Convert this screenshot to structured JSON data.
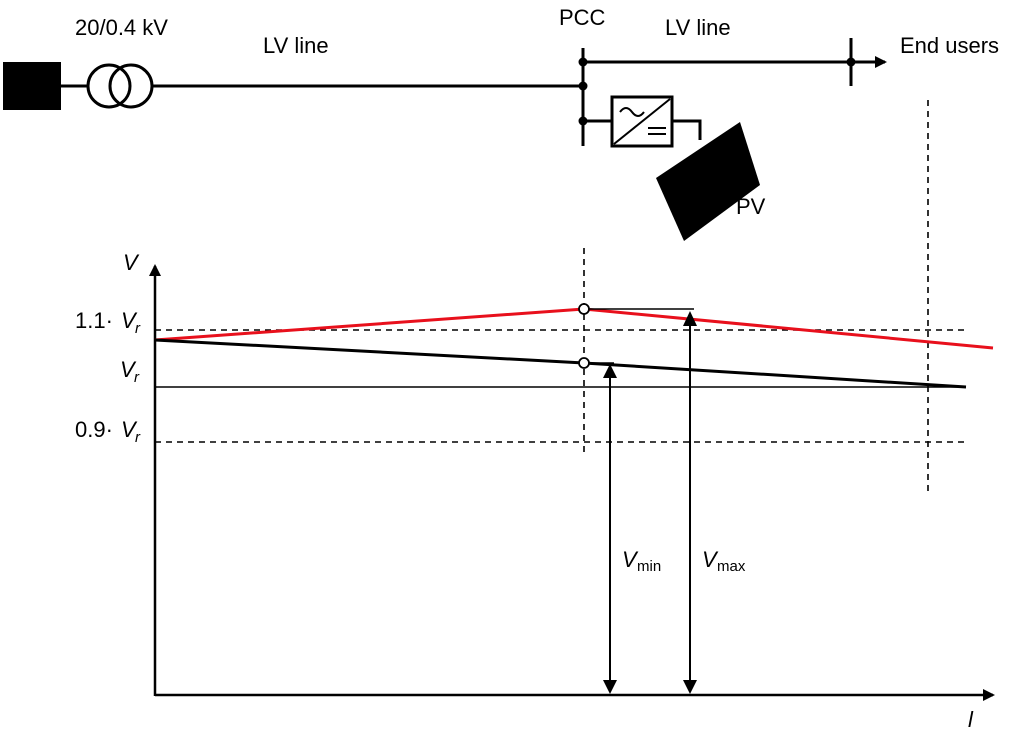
{
  "network": {
    "transformer_label": "20/0.4 kV",
    "lv_line_left_label": "LV line",
    "pcc_label": "PCC",
    "lv_line_right_label": "LV line",
    "end_users_label": "End users",
    "pv_label": "PV"
  },
  "plot": {
    "y_axis_label": "V",
    "x_axis_label": "l",
    "level_high_coef": "1.1·",
    "level_rated_symbol": "V",
    "level_rated_sub": "r",
    "level_low_coef": "0.9·",
    "vmin_symbol": "V",
    "vmin_sub": "min",
    "vmax_symbol": "V",
    "vmax_sub": "max"
  },
  "colors": {
    "line_black": "#000000",
    "profile_with_pv": "#e8101c",
    "profile_without_pv": "#000000"
  },
  "icons": [
    "grid-source-icon",
    "transformer-icon",
    "inverter-icon",
    "pv-panel-icon"
  ]
}
